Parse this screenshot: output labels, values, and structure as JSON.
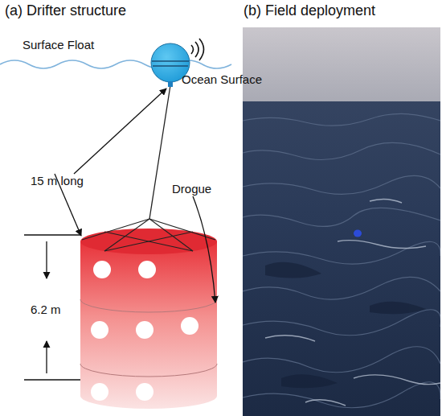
{
  "diagram": {
    "labels": [
      "(a) Drifter structure",
      "(b) Field deployment",
      "Surface Float",
      "Ocean Surface",
      "15 m long",
      "Drogue",
      "6.2 m"
    ]
  }
}
